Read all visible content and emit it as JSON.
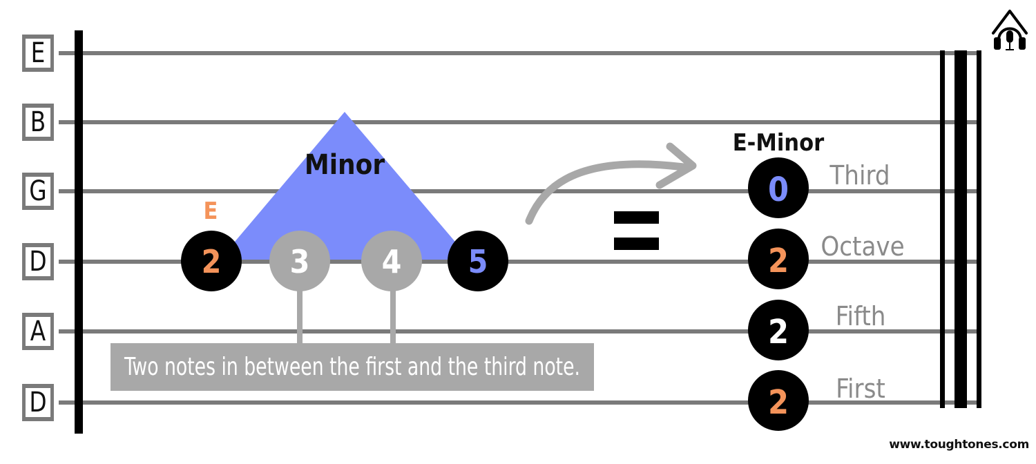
{
  "strings": [
    "E",
    "B",
    "G",
    "D",
    "A",
    "D"
  ],
  "colors": {
    "line": "#7a7a7a",
    "bar": "#000000",
    "triangle": "#7b8cfb",
    "orange": "#f4935a",
    "blue": "#7b8cfb",
    "grey_note": "#a8a8a8",
    "label_grey": "#8a8a8a",
    "box_grey": "#a8a8a8"
  },
  "pattern": {
    "root_label": "E",
    "triangle_label": "Minor",
    "notes": [
      {
        "fret": "2",
        "style": "black-orange"
      },
      {
        "fret": "3",
        "style": "grey"
      },
      {
        "fret": "4",
        "style": "grey"
      },
      {
        "fret": "5",
        "style": "black-blue"
      }
    ],
    "explanation": "Two notes in between the first and the third note."
  },
  "equals_sign": "=",
  "chord": {
    "title": "E-Minor",
    "notes": [
      {
        "fret": "0",
        "label": "Third",
        "color": "blue"
      },
      {
        "fret": "2",
        "label": "Octave",
        "color": "orange"
      },
      {
        "fret": "2",
        "label": "Fifth",
        "color": "white"
      },
      {
        "fret": "2",
        "label": "First",
        "color": "orange"
      }
    ]
  },
  "logo_icon": "house-headphones-icon",
  "website": "www.toughtones.com"
}
